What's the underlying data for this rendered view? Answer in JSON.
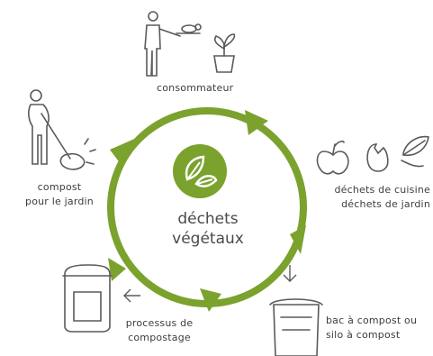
{
  "center": {
    "line1": "déchets",
    "line2": "végétaux"
  },
  "labels": {
    "consommateur": "consommateur",
    "compost_line1": "compost",
    "compost_line2": "pour le jardin",
    "dechets_line1": "déchets de cuisine",
    "dechets_line2": "déchets de jardin",
    "processus_line1": "processus de",
    "processus_line2": "compostage",
    "bac_line1": "bac à compost ou",
    "bac_line2": "silo à compost"
  },
  "colors": {
    "accent": "#7aa22d",
    "line": "#5a5a5a"
  },
  "icons": [
    "person-serving-icon",
    "plant-pot-icon",
    "person-raking-icon",
    "apple-icon",
    "egg-icon",
    "leaf-icon",
    "composter-icon",
    "compost-silo-icon",
    "leaves-icon"
  ]
}
